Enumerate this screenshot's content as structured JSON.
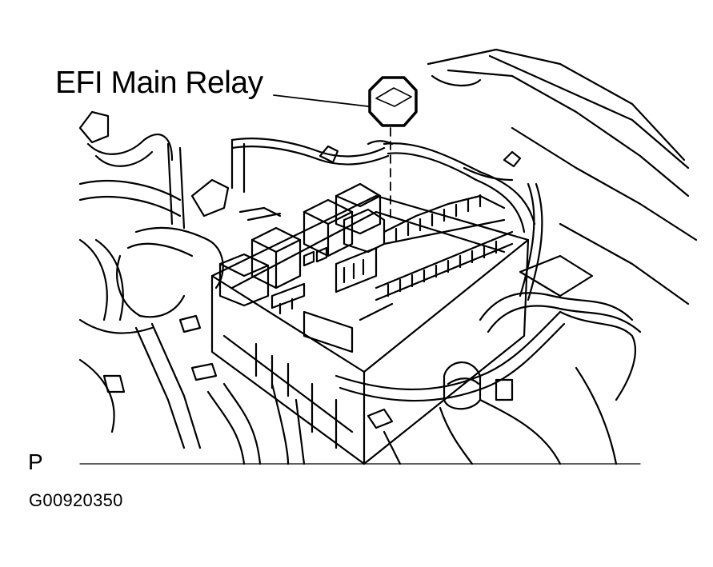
{
  "diagram": {
    "callout_label": "EFI Main Relay",
    "view_code": "P",
    "figure_id": "G00920350",
    "line_color": "#000000",
    "background": "#ffffff"
  }
}
